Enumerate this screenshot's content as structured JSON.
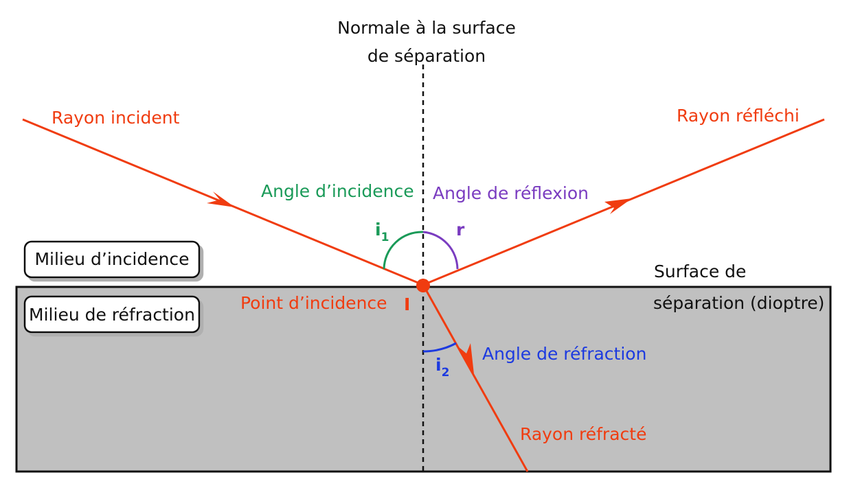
{
  "colors": {
    "ray": "#f03c10",
    "incidence_angle": "#1a9a58",
    "reflection_angle": "#7a3cc0",
    "refraction_angle": "#1c3ae0",
    "refraction_medium": "#c0c0c0"
  },
  "labels": {
    "normal_line1": "Normale à la surface",
    "normal_line2": "de séparation",
    "incident_ray": "Rayon incident",
    "reflected_ray": "Rayon réfléchi",
    "refracted_ray": "Rayon réfracté",
    "incidence_angle": "Angle d’incidence",
    "reflection_angle": "Angle de réflexion",
    "refraction_angle": "Angle de réfraction",
    "incidence_point": "Point d’incidence",
    "incidence_point_symbol": "I",
    "surface_line1": "Surface de",
    "surface_line2": "séparation (dioptre)",
    "medium_incidence": "Milieu d’incidence",
    "medium_refraction": "Milieu de réfraction",
    "i1_letter": "i",
    "i1_sub": "1",
    "r_letter": "r",
    "i2_letter": "i",
    "i2_sub": "2"
  }
}
